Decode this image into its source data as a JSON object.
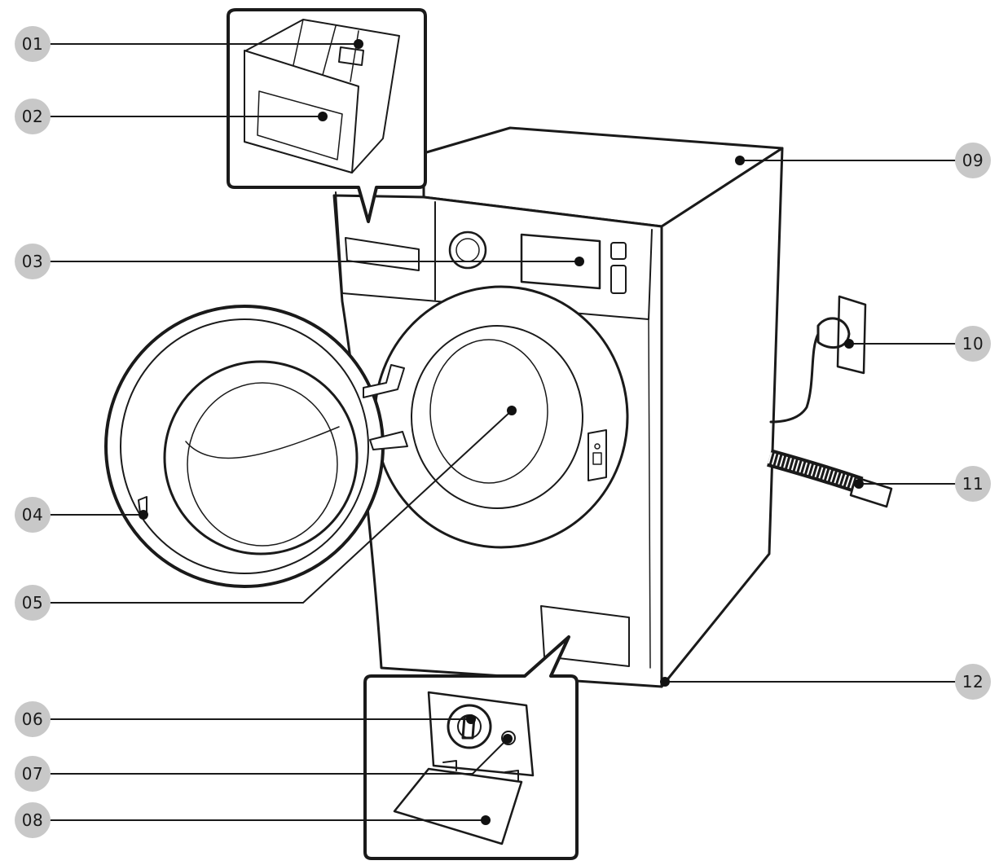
{
  "callouts": [
    {
      "id": "callout-01",
      "label": "01"
    },
    {
      "id": "callout-02",
      "label": "02"
    },
    {
      "id": "callout-03",
      "label": "03"
    },
    {
      "id": "callout-04",
      "label": "04"
    },
    {
      "id": "callout-05",
      "label": "05"
    },
    {
      "id": "callout-06",
      "label": "06"
    },
    {
      "id": "callout-07",
      "label": "07"
    },
    {
      "id": "callout-08",
      "label": "08"
    },
    {
      "id": "callout-09",
      "label": "09"
    },
    {
      "id": "callout-10",
      "label": "10"
    },
    {
      "id": "callout-11",
      "label": "11"
    },
    {
      "id": "callout-12",
      "label": "12"
    }
  ],
  "colors": {
    "ink": "#1a1a1a",
    "badge": "#c8c8c8",
    "background": "#ffffff"
  }
}
